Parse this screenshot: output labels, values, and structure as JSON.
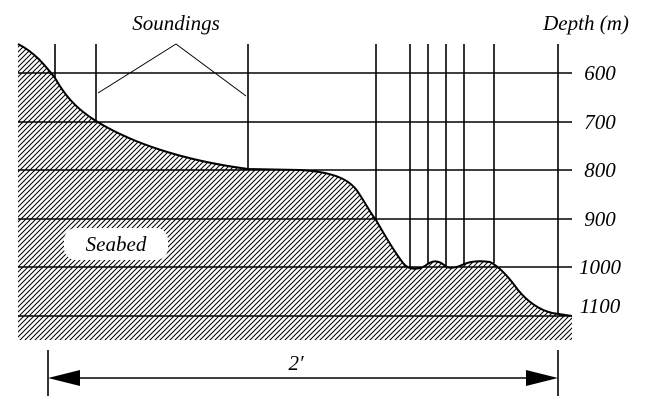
{
  "diagram": {
    "soundings_label": "Soundings",
    "depth_label": "Depth (m)",
    "seabed_label": "Seabed",
    "distance_label": "2′",
    "depth_levels": [
      {
        "value": 600,
        "label": "600"
      },
      {
        "value": 700,
        "label": "700"
      },
      {
        "value": 800,
        "label": "800"
      },
      {
        "value": 900,
        "label": "900"
      },
      {
        "value": 1000,
        "label": "1000"
      },
      {
        "value": 1100,
        "label": "1100"
      }
    ]
  }
}
